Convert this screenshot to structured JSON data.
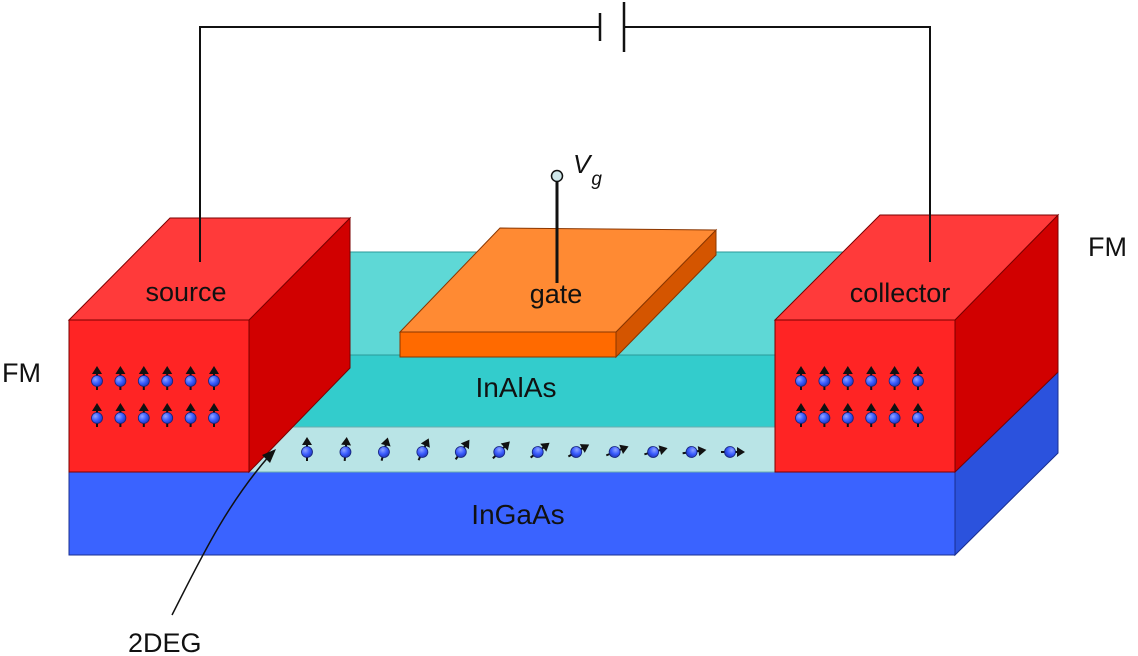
{
  "labels": {
    "source": "source",
    "gate": "gate",
    "collector": "collector",
    "fm_left": "FM",
    "fm_right": "FM",
    "inalas": "InAlAs",
    "ingaas": "InGaAs",
    "twodeg": "2DEG",
    "vg_main": "V",
    "vg_sub": "g"
  },
  "colors": {
    "ferromagnet_front": "#ff2424",
    "ferromagnet_top": "#ff3a3a",
    "ferromagnet_side": "#d10000",
    "gate_top": "#ff8a33",
    "gate_front": "#ff6a00",
    "inalas_top": "#5ed8d6",
    "inalas_front": "#33cccc",
    "twodeg_front": "#b9e4e6",
    "ingaas_front": "#3a63ff",
    "ingaas_side": "#2b52dd",
    "spin_ball": "#3a5cff",
    "wire": "#111111"
  },
  "icons": {
    "spin": "electron-spin-arrow-icon",
    "battery": "battery-icon",
    "terminal": "gate-terminal-icon"
  },
  "spin_precession_deg": [
    0,
    5,
    15,
    25,
    35,
    45,
    52,
    60,
    68,
    75,
    82,
    90
  ]
}
